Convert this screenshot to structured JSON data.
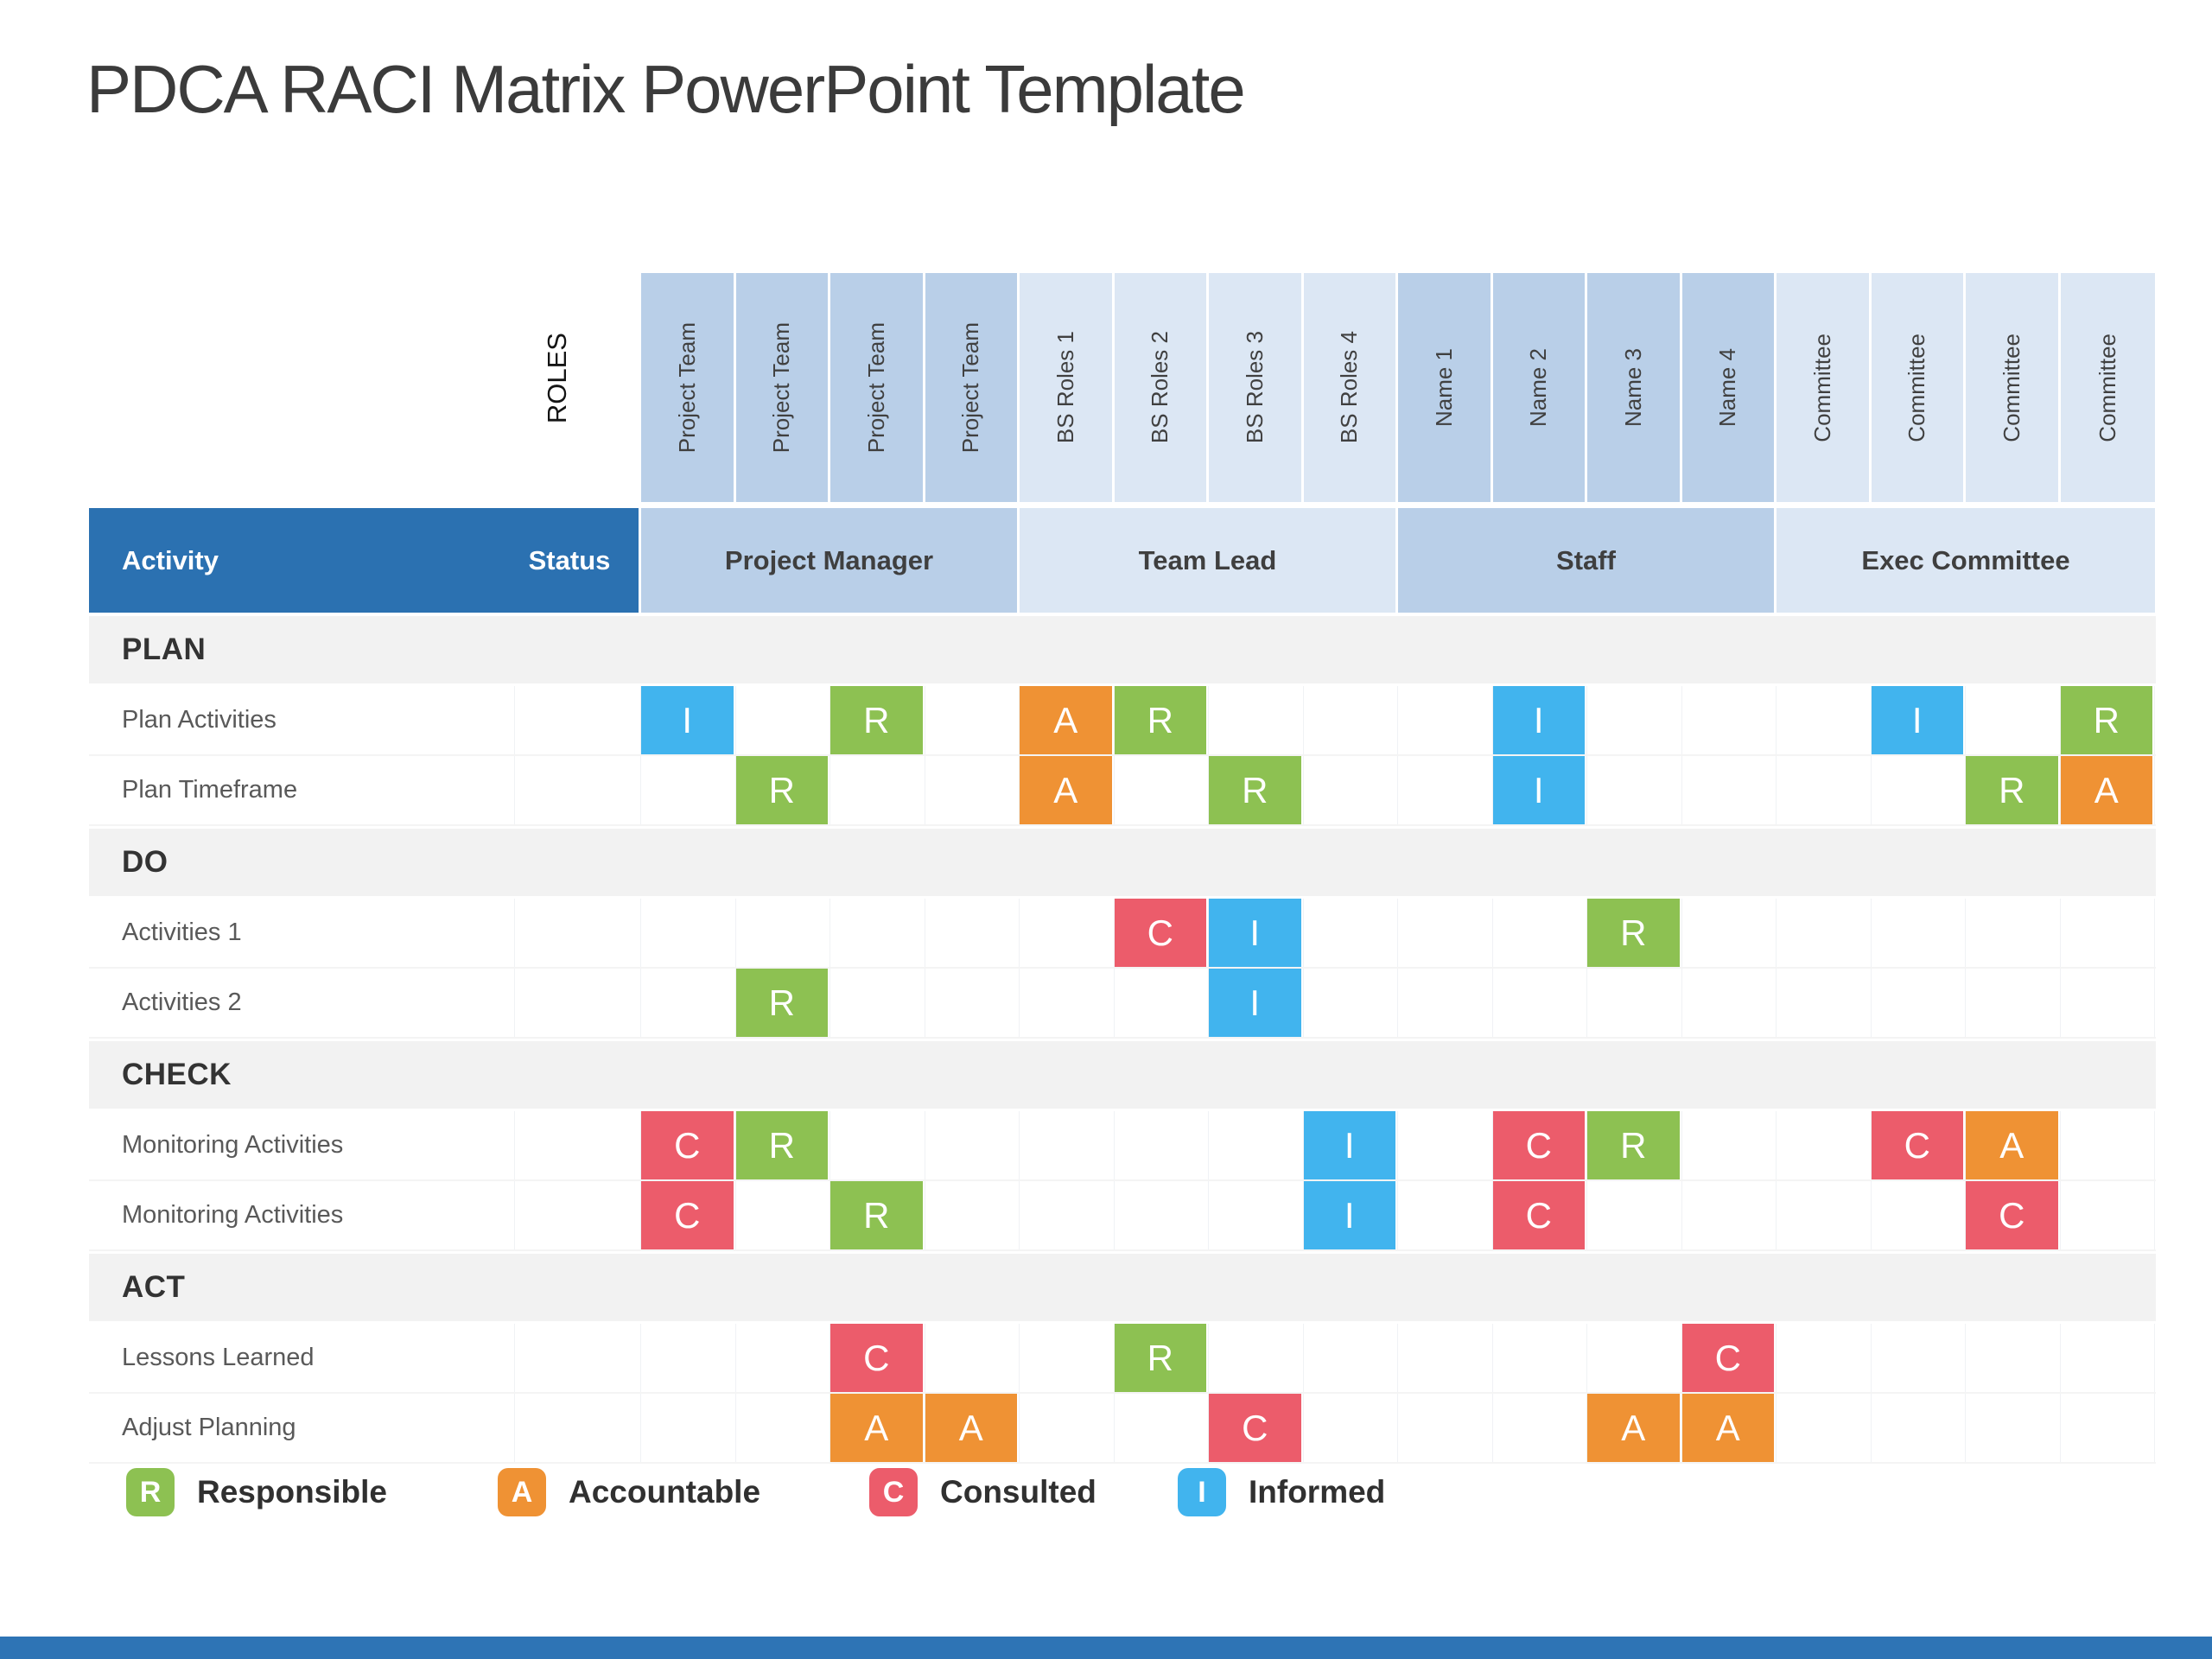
{
  "title": "PDCA RACI Matrix PowerPoint Template",
  "colors": {
    "header_blue": "#2b71b1",
    "column_shade_dark": "#b9cfe8",
    "column_shade_light": "#dce7f4",
    "section_gray": "#f2f2f2",
    "footer_bar_blue": "#2e74b5"
  },
  "table": {
    "roles_axis_label": "ROLES",
    "activity_header": "Activity",
    "status_header": "Status",
    "groups": [
      {
        "label": "Project Manager",
        "shade": "dark",
        "columns": [
          "Project Team",
          "Project Team",
          "Project Team",
          "Project Team"
        ]
      },
      {
        "label": "Team Lead",
        "shade": "light",
        "columns": [
          "BS Roles 1",
          "BS Roles 2",
          "BS Roles 3",
          "BS Roles 4"
        ]
      },
      {
        "label": "Staff",
        "shade": "dark",
        "columns": [
          "Name 1",
          "Name 2",
          "Name 3",
          "Name 4"
        ]
      },
      {
        "label": "Exec Committee",
        "shade": "light",
        "columns": [
          "Committee",
          "Committee",
          "Committee",
          "Committee"
        ]
      }
    ],
    "sections": [
      {
        "label": "PLAN",
        "rows": [
          {
            "activity": "Plan Activities",
            "status": "",
            "badges": [
              {
                "col": 0,
                "letter": "I"
              },
              {
                "col": 2,
                "letter": "R"
              },
              {
                "col": 4,
                "letter": "A"
              },
              {
                "col": 5,
                "letter": "R"
              },
              {
                "col": 9,
                "letter": "I"
              },
              {
                "col": 13,
                "letter": "I"
              },
              {
                "col": 15,
                "letter": "R"
              }
            ]
          },
          {
            "activity": "Plan Timeframe",
            "status": "",
            "badges": [
              {
                "col": 1,
                "letter": "R"
              },
              {
                "col": 4,
                "letter": "A"
              },
              {
                "col": 6,
                "letter": "R"
              },
              {
                "col": 9,
                "letter": "I"
              },
              {
                "col": 14,
                "letter": "R"
              },
              {
                "col": 15,
                "letter": "A"
              }
            ]
          }
        ]
      },
      {
        "label": "DO",
        "rows": [
          {
            "activity": "Activities 1",
            "status": "",
            "badges": [
              {
                "col": 5,
                "letter": "C"
              },
              {
                "col": 6,
                "letter": "I"
              },
              {
                "col": 10,
                "letter": "R"
              }
            ]
          },
          {
            "activity": "Activities 2",
            "status": "",
            "badges": [
              {
                "col": 1,
                "letter": "R"
              },
              {
                "col": 6,
                "letter": "I"
              }
            ]
          }
        ]
      },
      {
        "label": "CHECK",
        "rows": [
          {
            "activity": "Monitoring  Activities",
            "status": "",
            "badges": [
              {
                "col": 0,
                "letter": "C"
              },
              {
                "col": 1,
                "letter": "R"
              },
              {
                "col": 7,
                "letter": "I"
              },
              {
                "col": 9,
                "letter": "C"
              },
              {
                "col": 10,
                "letter": "R"
              },
              {
                "col": 13,
                "letter": "C"
              },
              {
                "col": 14,
                "letter": "A"
              }
            ]
          },
          {
            "activity": "Monitoring  Activities",
            "status": "",
            "badges": [
              {
                "col": 0,
                "letter": "C"
              },
              {
                "col": 2,
                "letter": "R"
              },
              {
                "col": 7,
                "letter": "I"
              },
              {
                "col": 9,
                "letter": "C"
              },
              {
                "col": 14,
                "letter": "C"
              }
            ]
          }
        ]
      },
      {
        "label": "ACT",
        "rows": [
          {
            "activity": "Lessons Learned",
            "status": "",
            "badges": [
              {
                "col": 2,
                "letter": "C"
              },
              {
                "col": 5,
                "letter": "R"
              },
              {
                "col": 11,
                "letter": "C"
              }
            ]
          },
          {
            "activity": "Adjust Planning",
            "status": "",
            "badges": [
              {
                "col": 2,
                "letter": "A"
              },
              {
                "col": 3,
                "letter": "A"
              },
              {
                "col": 6,
                "letter": "C"
              },
              {
                "col": 10,
                "letter": "A"
              },
              {
                "col": 11,
                "letter": "A"
              }
            ]
          }
        ]
      }
    ]
  },
  "legend": [
    {
      "letter": "R",
      "label": "Responsible",
      "color": "#8dc152"
    },
    {
      "letter": "A",
      "label": "Accountable",
      "color": "#ef9234"
    },
    {
      "letter": "C",
      "label": "Consulted",
      "color": "#ec5c6b"
    },
    {
      "letter": "I",
      "label": "Informed",
      "color": "#41b4ee"
    }
  ]
}
